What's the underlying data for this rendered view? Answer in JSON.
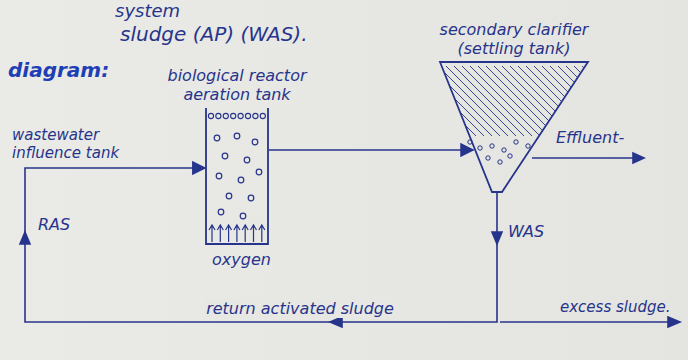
{
  "diagram": {
    "nodes": [
      {
        "text": [
          "biological reactor aeration tank"
        ]
      },
      {
        "text": [
          "secondary clarifier (settling tank)"
        ]
      }
    ],
    "edges": [
      {
        "from": 0,
        "to": 1,
        "arrow": "to"
      },
      {
        "from": 1,
        "to": 0,
        "arrow": "to",
        "label": "return activated sludge"
      }
    ],
    "labels": [
      "system",
      "sludge (AP) (WAS).",
      "diagram:",
      "wastewater influence tank",
      "oxygen",
      "Effluent-",
      "WAS",
      "RAS",
      "excess sludge."
    ]
  }
}
